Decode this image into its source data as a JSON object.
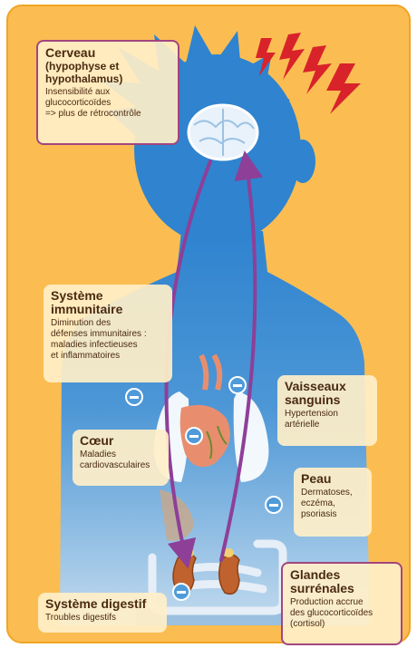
{
  "colors": {
    "background": "#fbbd52",
    "frame": "#f0a424",
    "silhouette_dark": "#2f83cf",
    "silhouette_light": "#a9c9e6",
    "arrow": "#8e3f98",
    "lightning": "#d9232a",
    "label_bg": "#ffefc8",
    "label_border": "#a3457f",
    "text": "#4a2a10"
  },
  "icons": [
    "lightning-bolt-icon",
    "brain-icon",
    "heart-icon",
    "lung-icon",
    "kidney-icon",
    "intestine-icon",
    "minus-icon"
  ],
  "labels": {
    "cerveau": {
      "title": "Cerveau",
      "subtitle": "(hypophyse et hypothalamus)",
      "desc_lines": [
        "Insensibilité aux",
        "glucocorticoïdes",
        "=> plus de rétrocontrôle"
      ]
    },
    "immunitaire": {
      "title_lines": [
        "Système",
        "immunitaire"
      ],
      "desc_lines": [
        "Diminution des",
        "défenses immunitaires :",
        "maladies infectieuses",
        "et inflammatoires"
      ]
    },
    "vaisseaux": {
      "title_lines": [
        "Vaisseaux",
        "sanguins"
      ],
      "desc_lines": [
        "Hypertension",
        "artérielle"
      ]
    },
    "coeur": {
      "title": "Cœur",
      "desc_lines": [
        "Maladies",
        "cardiovasculaires"
      ]
    },
    "peau": {
      "title": "Peau",
      "desc_lines": [
        "Dermatoses,",
        "eczéma,",
        "psoriasis"
      ]
    },
    "glandes": {
      "title_lines": [
        "Glandes",
        "surrénales"
      ],
      "desc_lines": [
        "Production accrue",
        "des glucocorticoïdes",
        "(cortisol)"
      ]
    },
    "digestif": {
      "title": "Système digestif",
      "desc": "Troubles digestifs"
    }
  }
}
